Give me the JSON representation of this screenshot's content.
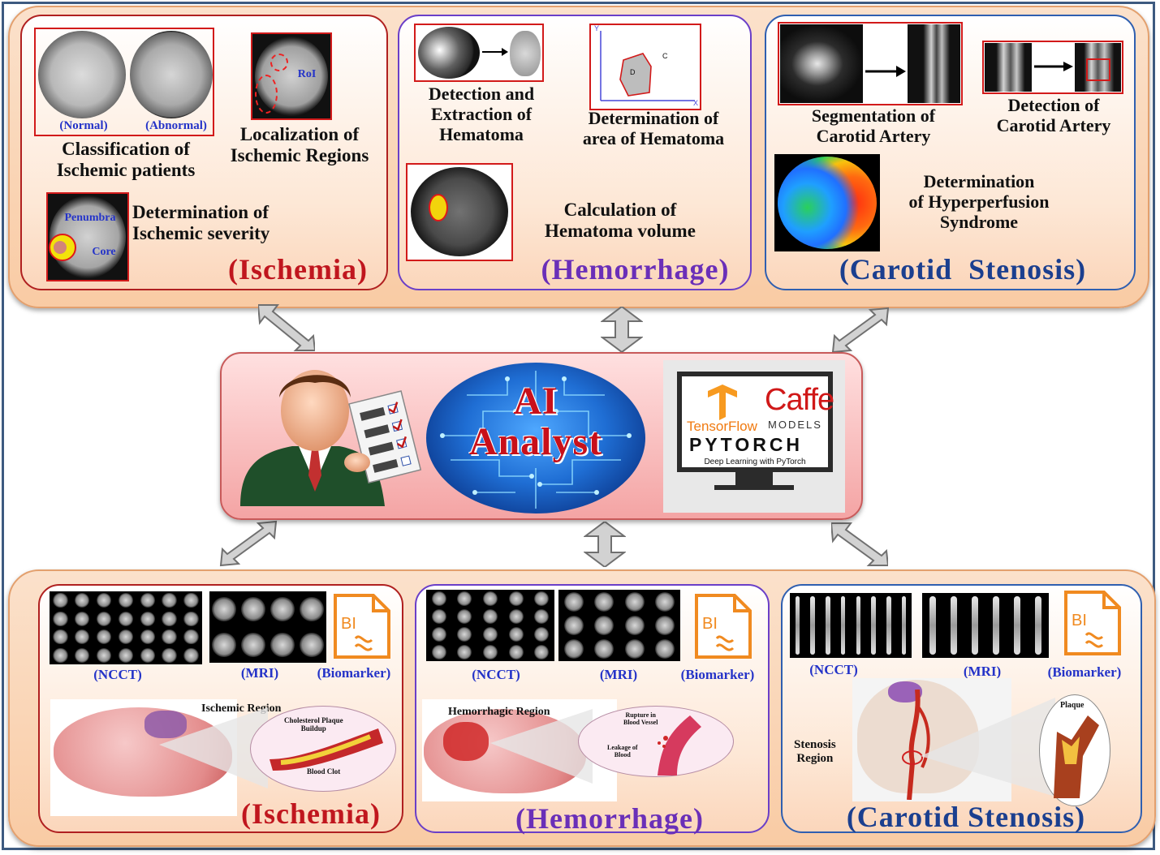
{
  "colors": {
    "ischemia": "#c0161e",
    "hemorrhage": "#6a2fb8",
    "stenosis": "#1b3f8f",
    "band_fill": "#fbd6bb",
    "scan_label": "#2433c8"
  },
  "top": {
    "ischemia": {
      "normal_label": "(Normal)",
      "abnormal_label": "(Abnormal)",
      "classification_line1": "Classification of",
      "classification_line2": "Ischemic patients",
      "roi_label": "RoI",
      "localization_line1": "Localization of",
      "localization_line2": "Ischemic Regions",
      "penumbra_label": "Penumbra",
      "core_label": "Core",
      "severity_line1": "Determination of",
      "severity_line2": "Ischemic severity",
      "title": "(Ischemia)"
    },
    "hemorrhage": {
      "detection_line1": "Detection and",
      "detection_line2": "Extraction of",
      "detection_line3": "Hematoma",
      "area_line1": "Determination of",
      "area_line2": "area of Hematoma",
      "area_mark_d": "D",
      "area_mark_c": "C",
      "axis_y": "Y",
      "axis_x": "X",
      "volume_line1": "Calculation of",
      "volume_line2": "Hematoma volume",
      "title": "(Hemorrhage)"
    },
    "stenosis": {
      "segmentation_line1": "Segmentation of",
      "segmentation_line2": "Carotid Artery",
      "detection_line1": "Detection of",
      "detection_line2": "Carotid Artery",
      "hyper_line1": "Determination",
      "hyper_line2": "of Hyperperfusion",
      "hyper_line3": "Syndrome",
      "title": "(Carotid  Stenosis)"
    }
  },
  "middle": {
    "ai_line1": "AI",
    "ai_line2": "Analyst",
    "tensorflow": "TensorFlow",
    "caffe": "Caffe",
    "caffe_models": "MODELS",
    "pytorch": "PYTORCH",
    "pytorch_tagline": "Deep Learning with PyTorch"
  },
  "bottom": {
    "ischemia": {
      "ncct": "(NCCT)",
      "mri": "(MRI)",
      "biomarker": "(Biomarker)",
      "bi": "BI",
      "region_label": "Ischemic Region",
      "plaque_line1": "Cholesterol Plaque",
      "plaque_line2": "Buildup",
      "clot": "Blood Clot",
      "title": "(Ischemia)"
    },
    "hemorrhage": {
      "ncct": "(NCCT)",
      "mri": "(MRI)",
      "biomarker": "(Biomarker)",
      "bi": "BI",
      "region_label": "Hemorrhagic Region",
      "rupture_line1": "Rupture in",
      "rupture_line2": "Blood Vessel",
      "leak_line1": "Leakage of",
      "leak_line2": "Blood",
      "title": "(Hemorrhage)"
    },
    "stenosis": {
      "ncct": "(NCCT)",
      "mri": "(MRI)",
      "biomarker": "(Biomarker)",
      "bi": "BI",
      "region_line1": "Stenosis",
      "region_line2": "Region",
      "plaque": "Plaque",
      "title": "(Carotid Stenosis)"
    }
  }
}
